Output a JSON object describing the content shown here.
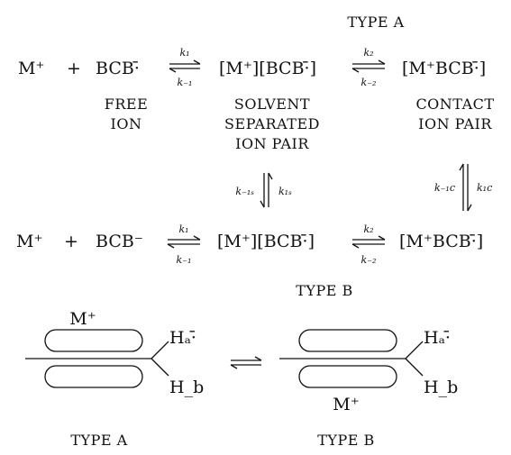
{
  "header": {
    "type_a": "TYPE A"
  },
  "row1": {
    "m_plus": "M⁺",
    "plus": "+",
    "bcb": "BCB·̄",
    "ssip": "[M⁺][BCB·̄]",
    "cip": "[M⁺BCB·̄]",
    "k1": "k₁",
    "k_minus1": "k₋₁",
    "k2": "k₂",
    "k_minus2": "k₋₂",
    "free_ion": [
      "FREE",
      "ION"
    ],
    "ssip_label": [
      "SOLVENT",
      "SEPARATED",
      "ION PAIR"
    ],
    "cip_label": [
      "CONTACT",
      "ION PAIR"
    ]
  },
  "vertical": {
    "k_minus1s": "k₋₁ₛ",
    "k1s": "k₁ₛ",
    "k_minus1c": "k₋₁c",
    "k1c": "k₁c"
  },
  "row2": {
    "m_plus": "M⁺",
    "plus": "+",
    "bcb": "BCB⁻",
    "ssip": "[M⁺][BCB·̄]",
    "cip": "[M⁺BCB·̄]",
    "k1": "k₁",
    "k_minus1": "k₋₁",
    "k2": "k₂",
    "k_minus2": "k₋₂"
  },
  "type_b_label": "TYPE B",
  "structures": {
    "left": {
      "m_plus": "M⁺",
      "ha": "Hₐ·̄",
      "hb": "H_b",
      "caption": "TYPE A"
    },
    "right": {
      "m_plus": "M⁺",
      "ha": "Hₐ·̄",
      "hb": "H_b",
      "caption": "TYPE B"
    }
  }
}
